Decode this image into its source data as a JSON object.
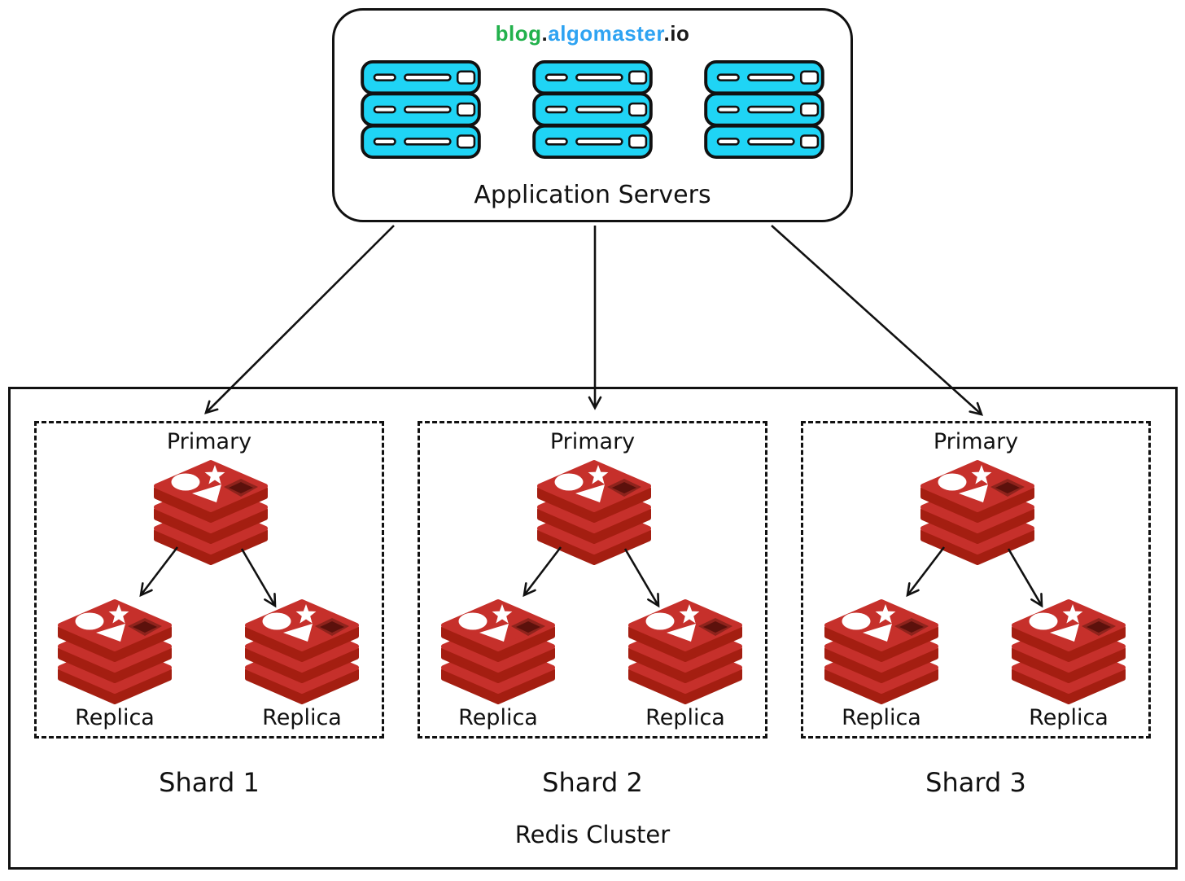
{
  "brand": {
    "prefix": "blog",
    "dot": ".",
    "name": "algomaster",
    "suffix": ".io"
  },
  "colors": {
    "brand_green": "#22B14C",
    "brand_blue": "#2EA3F2",
    "server_cyan": "#1FD4F5",
    "redis_red": "#C6302B",
    "redis_dark_red": "#A41E11",
    "redis_hole": "#8E231C",
    "redis_hole_deep": "#5C110C",
    "outline": "#111111"
  },
  "icons": {
    "server": "server-stack-icon",
    "database": "redis-database-icon",
    "arrow": "arrow-connector"
  },
  "app_box": {
    "title": "Application Servers",
    "server_count": "3"
  },
  "cluster": {
    "label": "Redis Cluster",
    "shards": [
      {
        "name": "Shard 1",
        "primary": "Primary",
        "replicas": [
          "Replica",
          "Replica"
        ]
      },
      {
        "name": "Shard 2",
        "primary": "Primary",
        "replicas": [
          "Replica",
          "Replica"
        ]
      },
      {
        "name": "Shard 3",
        "primary": "Primary",
        "replicas": [
          "Replica",
          "Replica"
        ]
      }
    ]
  }
}
